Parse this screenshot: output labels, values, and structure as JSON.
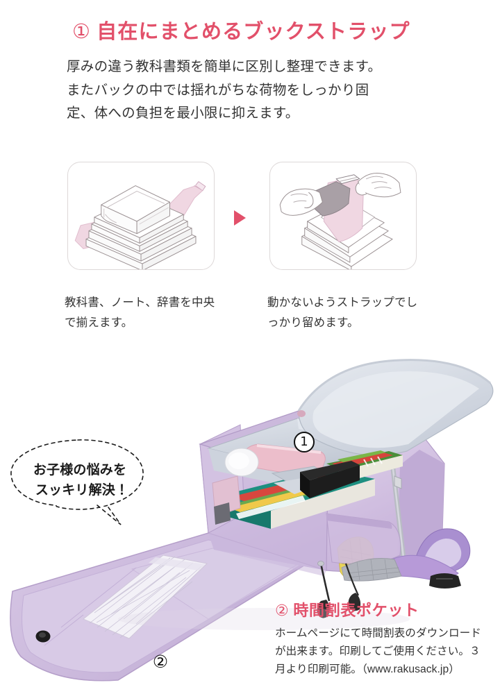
{
  "section1": {
    "number": "①",
    "heading": "自在にまとめるブックストラップ",
    "body": "厚みの違う教科書類を簡単に区別し整理できます。またバックの中では揺れがちな荷物をしっかり固定、体への負担を最小限に抑えます。",
    "steps": [
      {
        "caption": "教科書、ノート、辞書を中央で揃えます。",
        "icon": "books-stack-with-strap-illustration"
      },
      {
        "caption": "動かないようストラップでしっかり留めます。",
        "icon": "hands-fastening-strap-illustration"
      }
    ],
    "arrow": "play-triangle-icon"
  },
  "bubble": {
    "line1": "お子様の悩みを",
    "line2": "スッキリ解決！"
  },
  "photo": {
    "alt": "開いたラベンダー色のランドセル型リュックと時間割ポケット",
    "marker_1": "1",
    "marker_2": "②",
    "colors": {
      "bag_body": "#cfbcdf",
      "bag_body_light": "#ddcfe9",
      "bag_shadow": "#b9a3cd",
      "lining": "#c9ced9",
      "lining_light": "#dde2ea",
      "strap_purple": "#a98fd0",
      "mesh_gray": "#b0b3bb",
      "book_teal": "#1d8f80",
      "book_red": "#d8473e",
      "book_green": "#6aa84f",
      "bottle_pink": "#e7b9c4",
      "yellow_item": "#e9d45a",
      "black_parts": "#2a2a2a"
    }
  },
  "section2": {
    "number": "②",
    "heading": "時間割表ポケット",
    "body": "ホームページにて時間割表のダウンロードが出来ます。印刷してご使用ください。３月より印刷可能。（www.rakusack.jp）",
    "url": "www.rakusack.jp"
  },
  "theme": {
    "accent": "#e2506a",
    "text": "#333333",
    "panel_border": "#ddd8d8",
    "illustration_line": "#9b9193",
    "illustration_pink": "#f0d7e2",
    "illustration_gray": "#a9a0a6"
  }
}
